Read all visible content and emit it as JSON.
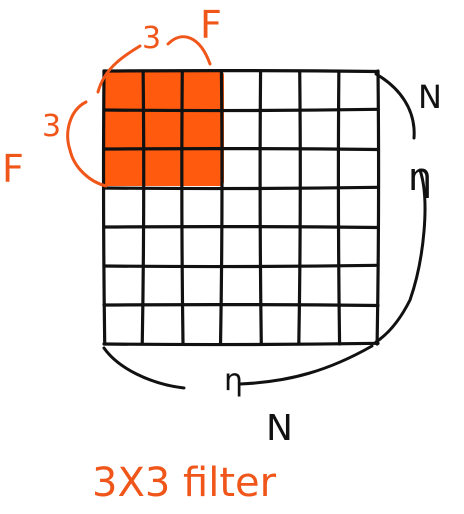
{
  "diagram": {
    "grid_rows": 7,
    "grid_cols": 7,
    "filter_rows": 3,
    "filter_cols": 3,
    "filter_top_label_num": "3",
    "filter_top_label_var": "F",
    "filter_left_label_num": "3",
    "filter_left_label_var": "F",
    "right_label_var": "N",
    "right_label_eta": "η",
    "bottom_label_eta": "η",
    "bottom_label_var": "N",
    "caption": "3X3 filter"
  },
  "colors": {
    "filter_fill": "#ff5a0e",
    "annotation": "#f0561a",
    "ink": "#111111"
  }
}
